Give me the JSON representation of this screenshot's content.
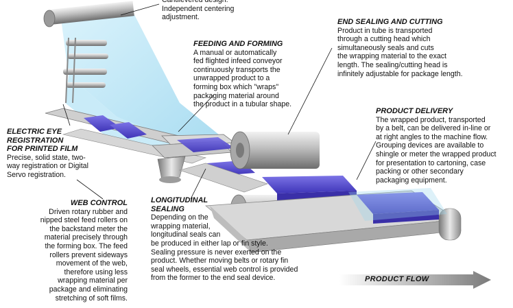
{
  "top_caption": {
    "lines": "Cantilevered design.\nIndependent centering\nadjustment."
  },
  "feeding_forming": {
    "heading": "FEEDING AND FORMING",
    "body": "A manual or automatically\nfed flighted infeed conveyor\ncontinuously transports the\nunwrapped product to a\nforming box which \"wraps\"\npackaging material around\nthe product in a tubular shape."
  },
  "end_sealing": {
    "heading": "END SEALING AND CUTTING",
    "body": "Product in tube is transported\nthrough a cutting head which\nsimultaneously seals and cuts\nthe wrapping material to the exact\nlength. The sealing/cutting head is\ninfinitely adjustable for package length."
  },
  "product_delivery": {
    "heading": "PRODUCT DELIVERY",
    "body": "The wrapped product, transported\nby a belt, can be delivered in-line or\nat right angles to the machine flow.\nGrouping devices are available to\nshingle or meter the wrapped product\nfor presentation to cartoning, case\npacking or other secondary\npackaging equipment."
  },
  "electric_eye": {
    "heading": "ELECTRIC EYE\nREGISTRATION\nFOR PRINTED FILM",
    "body": "Precise, solid state, two-\nway registration or Digital\nServo registration."
  },
  "web_control": {
    "heading": "WEB CONTROL",
    "body": "Driven rotary rubber and\nnipped steel feed rollers on\nthe backstand meter the\nmaterial precisely through\nthe forming box. The feed\nrollers prevent sideways\nmovement of the web,\ntherefore using less\nwrapping material per\npackage and eliminating\nstretching of soft films."
  },
  "longitudinal": {
    "heading": "LONGITUDINAL\nSEALING",
    "body": "Depending on the\nwrapping material,\nlongitudinal seals can\nbe produced in either lap or fin style.\nSealing pressure is never exerted on the\nproduct. Whether moving belts or rotary fin\nseal wheels, essential web control is provided\nfrom the former to the end seal device."
  },
  "flow": {
    "label": "PRODUCT  FLOW"
  },
  "colors": {
    "film": "#c9ecf9",
    "product": "#5a4fd6",
    "metal": "#b9b9b9"
  }
}
